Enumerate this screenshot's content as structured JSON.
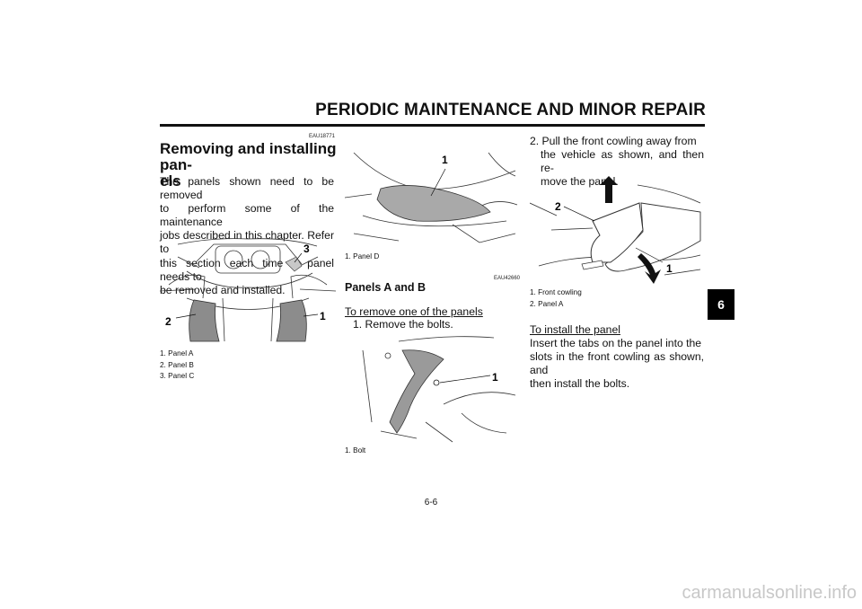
{
  "header": {
    "title": "PERIODIC MAINTENANCE AND MINOR REPAIR"
  },
  "left": {
    "code": "EAU18771",
    "heading": "Removing and installing pan-\nels",
    "heading_line1": "Removing and installing pan-",
    "heading_line2": "els",
    "paragraph_lines": [
      "The panels shown need to be removed",
      "to perform some of the maintenance",
      "jobs described in this chapter. Refer to",
      "this section each time a panel needs to",
      "be removed and installed."
    ],
    "figure_callouts": [
      "3",
      "2",
      "1"
    ],
    "captions": [
      "1. Panel A",
      "2. Panel B",
      "3. Panel C"
    ]
  },
  "middle": {
    "figure1_callout": "1",
    "figure1_caption": "1. Panel D",
    "code": "EAU42660",
    "subheading": "Panels A and B",
    "remove_label": "To remove one of the panels",
    "step1": "1. Remove the bolts.",
    "figure2_callout": "1",
    "figure2_caption": "1. Bolt"
  },
  "right": {
    "step2_lines": [
      "2. Pull the front cowling away from",
      "the vehicle as shown, and then re-",
      "move the panel."
    ],
    "figure_callouts": [
      "2",
      "1"
    ],
    "captions": [
      "1. Front cowling",
      "2. Panel A"
    ],
    "install_label": "To install the panel",
    "install_lines": [
      "Insert the tabs on the panel into the",
      "slots in the front cowling as shown, and",
      "then install the bolts."
    ]
  },
  "chapter_tab": "6",
  "page_number": "6-6",
  "watermark": "carmanualsonline.info"
}
